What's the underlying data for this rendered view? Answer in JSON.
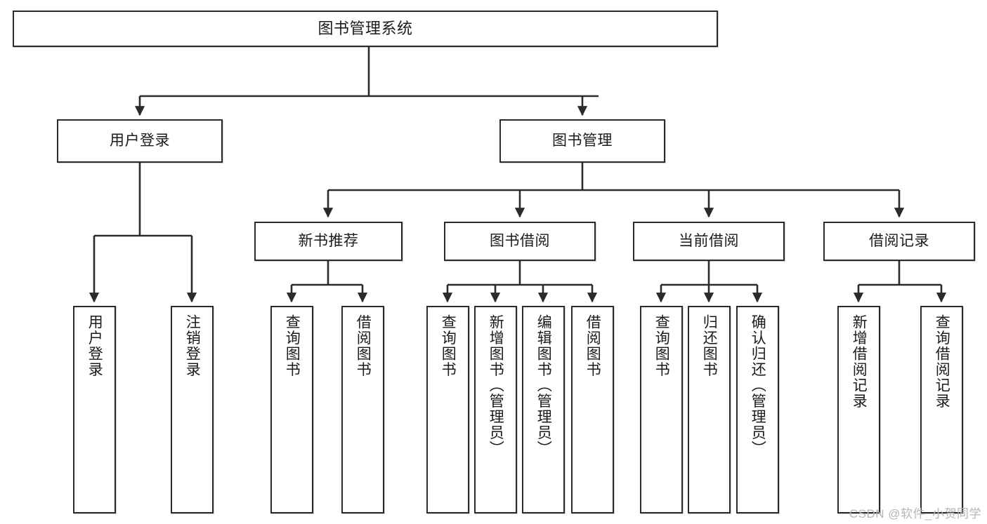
{
  "diagram": {
    "type": "tree-hierarchy",
    "title": "图书管理系统",
    "watermark": "CSDN @软件_小贺同学",
    "colors": {
      "stroke": "#2b2b2b",
      "fill": "#ffffff",
      "text": "#1b1b1b",
      "watermark": "#b6b6b6"
    },
    "nodes": {
      "root": {
        "label": "图书管理系统",
        "orientation": "horizontal",
        "level": 0
      },
      "l1": [
        {
          "id": "user_login",
          "label": "用户登录",
          "orientation": "horizontal",
          "level": 1
        },
        {
          "id": "book_mgmt",
          "label": "图书管理",
          "orientation": "horizontal",
          "level": 1
        }
      ],
      "l2": [
        {
          "id": "new_book_rec",
          "label": "新书推荐",
          "orientation": "horizontal",
          "level": 2,
          "parent": "book_mgmt"
        },
        {
          "id": "book_borrow",
          "label": "图书借阅",
          "orientation": "horizontal",
          "level": 2,
          "parent": "book_mgmt"
        },
        {
          "id": "current_borrow",
          "label": "当前借阅",
          "orientation": "horizontal",
          "level": 2,
          "parent": "book_mgmt"
        },
        {
          "id": "borrow_record",
          "label": "借阅记录",
          "orientation": "horizontal",
          "level": 2,
          "parent": "book_mgmt"
        }
      ],
      "leaves": [
        {
          "id": "leaf_user_login",
          "label": "用户登录",
          "orientation": "vertical",
          "parent": "user_login"
        },
        {
          "id": "leaf_logout",
          "label": "注销登录",
          "orientation": "vertical",
          "parent": "user_login"
        },
        {
          "id": "leaf_query_book_1",
          "label": "查询图书",
          "orientation": "vertical",
          "parent": "new_book_rec"
        },
        {
          "id": "leaf_borrow_book_1",
          "label": "借阅图书",
          "orientation": "vertical",
          "parent": "new_book_rec"
        },
        {
          "id": "leaf_query_book_2",
          "label": "查询图书",
          "orientation": "vertical",
          "parent": "book_borrow"
        },
        {
          "id": "leaf_add_book",
          "label": "新增图书（管理员）",
          "orientation": "vertical",
          "parent": "book_borrow"
        },
        {
          "id": "leaf_edit_book",
          "label": "编辑图书（管理员）",
          "orientation": "vertical",
          "parent": "book_borrow"
        },
        {
          "id": "leaf_borrow_book_2",
          "label": "借阅图书",
          "orientation": "vertical",
          "parent": "book_borrow"
        },
        {
          "id": "leaf_query_book_3",
          "label": "查询图书",
          "orientation": "vertical",
          "parent": "current_borrow"
        },
        {
          "id": "leaf_return_book",
          "label": "归还图书",
          "orientation": "vertical",
          "parent": "current_borrow"
        },
        {
          "id": "leaf_confirm_return",
          "label": "确认归还（管理员）",
          "orientation": "vertical",
          "parent": "current_borrow"
        },
        {
          "id": "leaf_add_record",
          "label": "新增借阅记录",
          "orientation": "vertical",
          "parent": "borrow_record"
        },
        {
          "id": "leaf_query_record",
          "label": "查询借阅记录",
          "orientation": "vertical",
          "parent": "borrow_record"
        }
      ]
    }
  }
}
